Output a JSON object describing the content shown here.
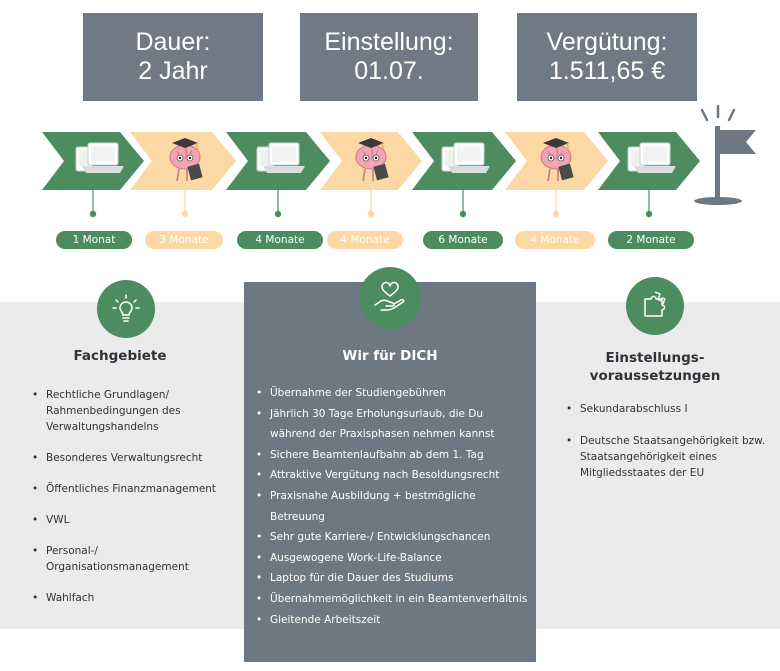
{
  "header_boxes": {
    "dauer": {
      "line1": "Dauer:",
      "line2": "2 Jahr"
    },
    "einstellung": {
      "line1": "Einstellung:",
      "line2": "01.07."
    },
    "verguetung": {
      "line1": "Vergütung:",
      "line2": "1.511,65 €"
    }
  },
  "timeline": {
    "phases": [
      {
        "kind": "praxis",
        "label": "1 Monat",
        "icon": "laptop-phone-icon"
      },
      {
        "kind": "studium",
        "label": "3 Monate",
        "icon": "graduate-brain-icon"
      },
      {
        "kind": "praxis",
        "label": "4 Monate",
        "icon": "laptop-phone-icon"
      },
      {
        "kind": "studium",
        "label": "4 Monate",
        "icon": "graduate-brain-icon"
      },
      {
        "kind": "praxis",
        "label": "6 Monate",
        "icon": "laptop-phone-icon"
      },
      {
        "kind": "studium",
        "label": "4 Monate",
        "icon": "graduate-brain-icon"
      },
      {
        "kind": "praxis",
        "label": "2 Monate",
        "icon": "laptop-phone-icon"
      }
    ],
    "end_icon": "finish-flag-icon"
  },
  "colors": {
    "green": "#4d8c5f",
    "orange": "#fbd8a4",
    "slate": "#6e7883",
    "light_gray": "#ebebeb"
  },
  "fachgebiete": {
    "icon": "lightbulb-icon",
    "title": "Fachgebiete",
    "items": [
      "Rechtliche Grundlagen/ Rahmenbedingungen des Verwaltungshandelns",
      "Besonderes Verwaltungsrecht",
      "Öffentliches Finanzmanagement",
      "VWL",
      "Personal-/ Organisationsmanagement",
      "Wahlfach"
    ]
  },
  "wir": {
    "icon": "heart-hand-icon",
    "title": "Wir für DICH",
    "items": [
      "Übernahme der Studiengebühren",
      "Jährlich 30 Tage Erholungsurlaub, die Du während der Praxisphasen nehmen kannst",
      "Sichere Beamtenlaufbahn ab dem 1. Tag",
      "Attraktive Vergütung nach Besoldungsrecht",
      "Praxisnahe Ausbildung + bestmögliche Betreuung",
      "Sehr gute Karriere-/ Entwicklungschancen",
      "Ausgewogene Work-Life-Balance",
      "Laptop für die Dauer des Studiums",
      "Übernahmemöglichkeit in ein Beamtenverhältnis",
      "Gleitende Arbeitszeit"
    ]
  },
  "einstellung": {
    "icon": "puzzle-icon",
    "title_line1": "Einstellungs-",
    "title_line2": "voraussetzungen",
    "items": [
      "Sekundarabschluss I",
      "Deutsche Staatsangehörigkeit bzw. Staatsangehörigkeit eines Mitgliedsstaates der EU"
    ]
  }
}
